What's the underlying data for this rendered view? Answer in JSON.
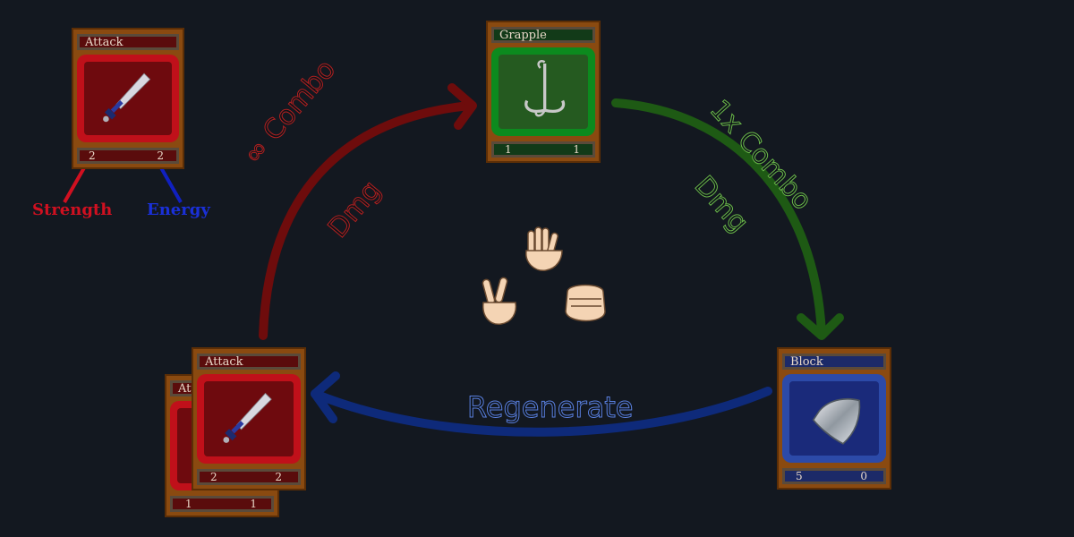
{
  "cards": {
    "attack_top": {
      "title": "Attack",
      "left": "2",
      "right": "2"
    },
    "grapple": {
      "title": "Grapple",
      "left": "1",
      "right": "1"
    },
    "block": {
      "title": "Block",
      "left": "5",
      "right": "0"
    },
    "attack_front": {
      "title": "Attack",
      "left": "2",
      "right": "2"
    },
    "attack_back": {
      "title": "Attack",
      "left": "1",
      "right": "1"
    }
  },
  "legend": {
    "strength": "Strength",
    "energy": "Energy"
  },
  "arrows": {
    "red_combo": "∞ Combo",
    "red_dmg": "Dmg",
    "green_combo": "1x Combo",
    "green_dmg": "Dmg",
    "blue_label": "Regenerate"
  },
  "hands": [
    "paper-hand-icon",
    "scissors-hand-icon",
    "rock-hand-icon"
  ],
  "colors": {
    "attack": "#c0101a",
    "grapple": "#0c8a1e",
    "block": "#2c4aa8",
    "background": "#131820"
  }
}
